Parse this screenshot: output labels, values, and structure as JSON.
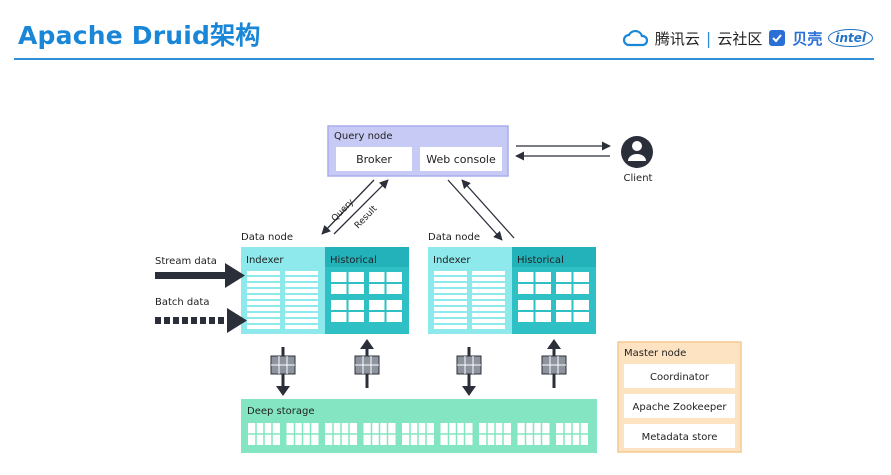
{
  "slide": {
    "title": "Apache Druid架构"
  },
  "brand": {
    "tencent_cloud": "腾讯云",
    "separator": "|",
    "community": "云社区",
    "beike": "贝壳",
    "intel": "intel"
  },
  "diagram": {
    "query_node": {
      "title": "Query node",
      "broker": "Broker",
      "web_console": "Web console"
    },
    "client": {
      "label": "Client"
    },
    "query_label": "Query",
    "result_label": "Result",
    "data_nodes": [
      {
        "title": "Data node",
        "indexer": "Indexer",
        "historical": "Historical"
      },
      {
        "title": "Data node",
        "indexer": "Indexer",
        "historical": "Historical"
      }
    ],
    "inputs": {
      "stream": "Stream data",
      "batch": "Batch data"
    },
    "deep_storage": {
      "title": "Deep storage"
    },
    "master_node": {
      "title": "Master node",
      "components": [
        "Coordinator",
        "Apache Zookeeper",
        "Metadata store"
      ]
    },
    "colors": {
      "query_node_bg": "#c7caf5",
      "query_node_border": "#a9aeee",
      "indexer_bg": "#8de9ec",
      "historical_bg": "#2fc0c6",
      "deep_storage_bg": "#83e5c1",
      "master_bg": "#fde3c2",
      "master_border": "#f6c98f",
      "arrow_dark": "#2b2f3a",
      "brand_blue": "#1a86d8"
    },
    "icons": {
      "client": "user-circle-icon",
      "storage_block": "segment-block-icon",
      "brand_logo": "tencent-cloud-logo-icon"
    }
  }
}
